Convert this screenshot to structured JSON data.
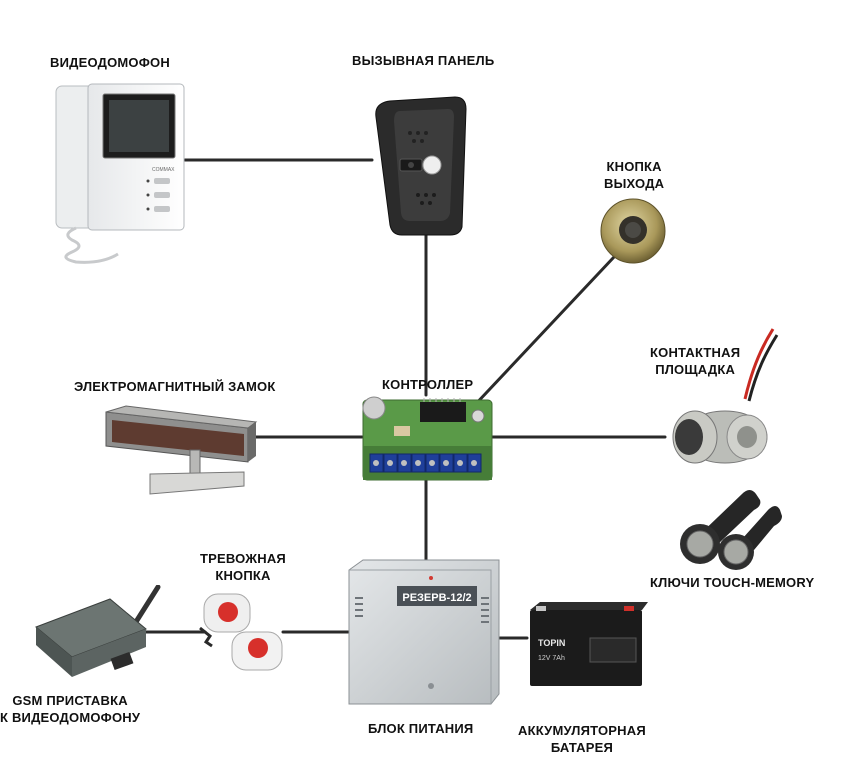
{
  "labels": {
    "videodomofon": "ВИДЕОДОМОФОН",
    "vyzyvnaya_panel": "ВЫЗЫВНАЯ ПАНЕЛЬ",
    "knopka_vyhoda": [
      "КНОПКА",
      "ВЫХОДА"
    ],
    "kontaktnaya_ploshchadka": [
      "КОНТАКТНАЯ",
      "ПЛОЩАДКА"
    ],
    "elektromagnitny_zamok": "ЭЛЕКТРОМАГНИТНЫЙ ЗАМОК",
    "kontroller": "КОНТРОЛЛЕР",
    "klyuchi": "КЛЮЧИ TOUCH-MEMORY",
    "trevozhnaya_knopka": [
      "ТРЕВОЖНАЯ",
      "КНОПКА"
    ],
    "gsm_pristavka": [
      "GSM ПРИСТАВКА",
      "К ВИДЕОДОМОФОНУ"
    ],
    "blok_pitaniya": "БЛОК ПИТАНИЯ",
    "akkumulyatornaya_batareya": [
      "АККУМУЛЯТОРНАЯ",
      "БАТАРЕЯ"
    ]
  },
  "device_text": {
    "monitor_brand": "COMMAX",
    "psu_brand": "РЕЗЕРВ-12/2",
    "battery_brand": "TOPIN",
    "battery_model": "12V 7Ah"
  },
  "colors": {
    "wire": "#2a2a2a",
    "psu_body": "#c9cdd0",
    "battery_body": "#1b1b1b",
    "alarm_red": "#d7302b",
    "pcb_green": "#5a9a48"
  }
}
